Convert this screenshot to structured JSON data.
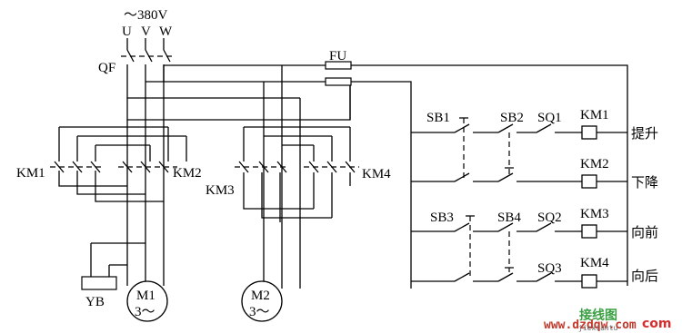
{
  "supply": {
    "voltage": "～380V",
    "phases": [
      "U",
      "V",
      "W"
    ]
  },
  "labels": {
    "breaker": "QF",
    "fuse": "FU",
    "km1": "KM1",
    "km2": "KM2",
    "km3": "KM3",
    "km4": "KM4",
    "brake": "YB",
    "motor1_name": "M1",
    "motor1_phase": "3～",
    "motor2_name": "M2",
    "motor2_phase": "3～",
    "sb1": "SB1",
    "sb2": "SB2",
    "sb3": "SB3",
    "sb4": "SB4",
    "sq1": "SQ1",
    "sq2": "SQ2",
    "sq3": "SQ3"
  },
  "control_rows": [
    {
      "coil": "KM1",
      "function": "提升"
    },
    {
      "coil": "KM2",
      "function": "下降"
    },
    {
      "coil": "KM3",
      "function": "向前"
    },
    {
      "coil": "KM4",
      "function": "向后"
    }
  ],
  "watermark": {
    "brand": "接线图",
    "url": "www.dzdqw.com",
    "site": "jiexiantu",
    "suffix": "com"
  }
}
